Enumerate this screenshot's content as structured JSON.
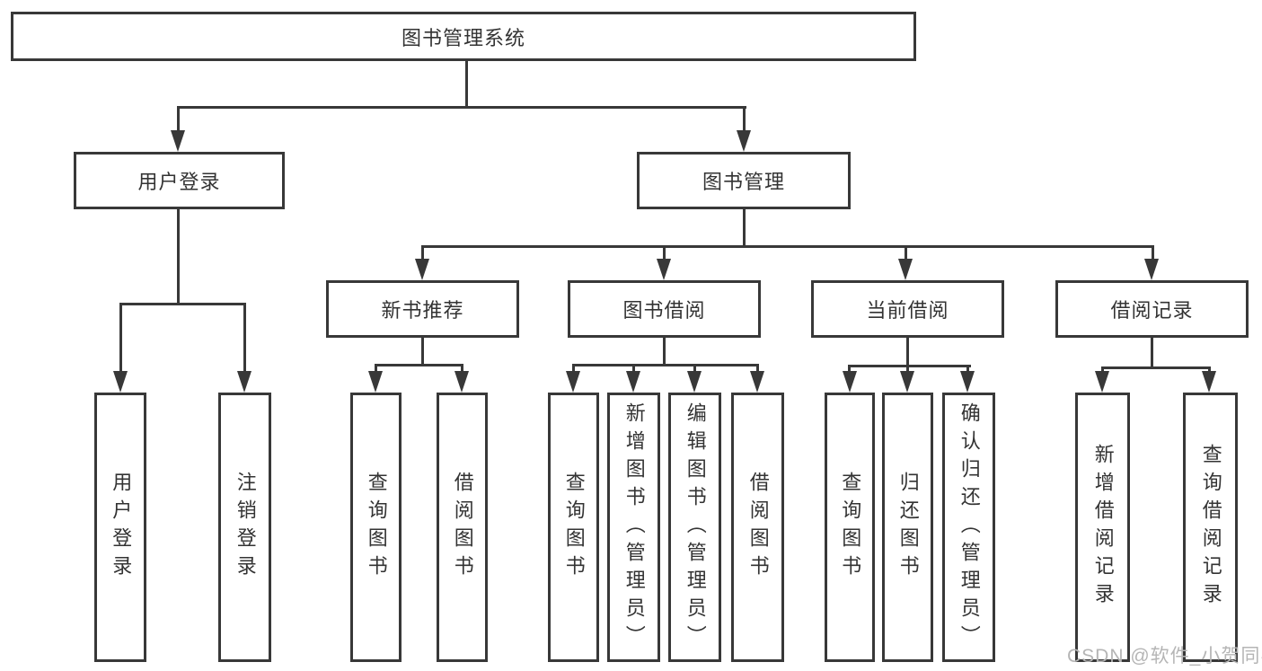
{
  "colors": {
    "line": "#383838",
    "text": "#333333",
    "background": "#ffffff",
    "watermark": "#b5b5b5"
  },
  "watermark": {
    "text": "CSDN @软件_小贺同学"
  },
  "diagram": {
    "root": {
      "label": "图书管理系统"
    },
    "level2": [
      {
        "label": "用户登录",
        "children": [
          {
            "label": "用户登录"
          },
          {
            "label": "注销登录"
          }
        ]
      },
      {
        "label": "图书管理",
        "children": [
          {
            "label": "新书推荐",
            "children": [
              {
                "label": "查询图书"
              },
              {
                "label": "借阅图书"
              }
            ]
          },
          {
            "label": "图书借阅",
            "children": [
              {
                "label": "查询图书"
              },
              {
                "label": "新增图书（管理员）"
              },
              {
                "label": "编辑图书（管理员）"
              },
              {
                "label": "借阅图书"
              }
            ]
          },
          {
            "label": "当前借阅",
            "children": [
              {
                "label": "查询图书"
              },
              {
                "label": "归还图书"
              },
              {
                "label": "确认归还（管理员）"
              }
            ]
          },
          {
            "label": "借阅记录",
            "children": [
              {
                "label": "新增借阅记录"
              },
              {
                "label": "查询借阅记录"
              }
            ]
          }
        ]
      }
    ]
  }
}
